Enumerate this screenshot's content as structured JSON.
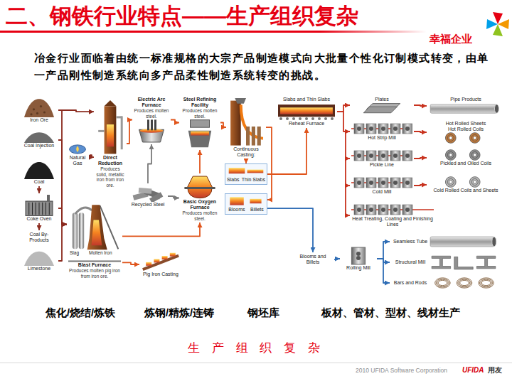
{
  "diagram": {
    "title": "二、钢铁行业特点——生产组织复杂",
    "nodes": [
      {
        "text": [
          "Iron Ore"
        ]
      },
      {
        "text": [
          "Coal Injection"
        ]
      },
      {
        "text": [
          "Coal"
        ]
      },
      {
        "text": [
          "Coke Oven"
        ]
      },
      {
        "text": [
          "Coal By-Products"
        ]
      },
      {
        "text": [
          "Limestone"
        ]
      },
      {
        "text": [
          "Natural Gas"
        ]
      },
      {
        "text": [
          "Direct Reduction",
          "Produces solid, metallic iron from iron ore."
        ]
      },
      {
        "text": [
          "Blast Furnace",
          "Produces molten pig iron from iron ore."
        ]
      },
      {
        "text": [
          "Pig Iron Casting"
        ]
      },
      {
        "text": [
          "Recycled Steel"
        ]
      },
      {
        "text": [
          "Electric Arc Furnace",
          "Produces molten steel."
        ]
      },
      {
        "text": [
          "Basic Oxygen Furnace",
          "Produces molten steel."
        ]
      },
      {
        "text": [
          "Steel Refining Facility",
          "Produces molten steel."
        ]
      },
      {
        "text": [
          "Continuous Casting:"
        ]
      },
      {
        "text": [
          "Slabs",
          "Thin Slabs"
        ]
      },
      {
        "text": [
          "Blooms",
          "Billets"
        ]
      },
      {
        "text": [
          "Slabs and Thin Slabs",
          "Reheat Furnace"
        ]
      },
      {
        "text": [
          "Plates"
        ]
      },
      {
        "text": [
          "Pipe Products"
        ]
      },
      {
        "text": [
          "Hot Strip Mill"
        ]
      },
      {
        "text": [
          "Hot Rolled Sheets",
          "Hot Rolled Coils"
        ]
      },
      {
        "text": [
          "Pickle Line"
        ]
      },
      {
        "text": [
          "Pickled and Oiled Coils"
        ]
      },
      {
        "text": [
          "Cold Mill"
        ]
      },
      {
        "text": [
          "Cold Rolled Coils and Sheets"
        ]
      },
      {
        "text": [
          "Heat Treating, Coating and Finishing Lines"
        ]
      },
      {
        "text": [
          "Blooms and Billets"
        ]
      },
      {
        "text": [
          "Rolling Mill"
        ]
      },
      {
        "text": [
          "Seamless Tube"
        ]
      },
      {
        "text": [
          "Structural Mill"
        ]
      },
      {
        "text": [
          "Bars and Rods"
        ]
      }
    ],
    "edges": [
      {
        "from": 0,
        "to": 7,
        "arrow": "to"
      },
      {
        "from": 6,
        "to": 7,
        "arrow": "to"
      },
      {
        "from": 0,
        "to": 8,
        "arrow": "to"
      },
      {
        "from": 1,
        "to": 8,
        "arrow": "to"
      },
      {
        "from": 2,
        "to": 3,
        "arrow": "to"
      },
      {
        "from": 3,
        "to": 8,
        "arrow": "to"
      },
      {
        "from": 3,
        "to": 4,
        "arrow": "to"
      },
      {
        "from": 5,
        "to": 8,
        "arrow": "to"
      },
      {
        "from": 8,
        "to": 9,
        "arrow": "to"
      },
      {
        "from": 8,
        "to": 12,
        "arrow": "to"
      },
      {
        "from": 7,
        "to": 11,
        "arrow": "to"
      },
      {
        "from": 10,
        "to": 11,
        "arrow": "to"
      },
      {
        "from": 10,
        "to": 12,
        "arrow": "to"
      },
      {
        "from": 11,
        "to": 13,
        "arrow": "to"
      },
      {
        "from": 12,
        "to": 13,
        "arrow": "to"
      },
      {
        "from": 13,
        "to": 14,
        "arrow": "to"
      },
      {
        "from": 14,
        "to": 15,
        "arrow": "to"
      },
      {
        "from": 14,
        "to": 16,
        "arrow": "to"
      },
      {
        "from": 15,
        "to": 17,
        "arrow": "to"
      },
      {
        "from": 16,
        "to": 27,
        "arrow": "to"
      },
      {
        "from": 17,
        "to": 18,
        "arrow": "to"
      },
      {
        "from": 18,
        "to": 19,
        "arrow": "to"
      },
      {
        "from": 17,
        "to": 20,
        "arrow": "to"
      },
      {
        "from": 20,
        "to": 21,
        "arrow": "to"
      },
      {
        "from": 20,
        "to": 22,
        "arrow": "to"
      },
      {
        "from": 22,
        "to": 23,
        "arrow": "to"
      },
      {
        "from": 22,
        "to": 24,
        "arrow": "to"
      },
      {
        "from": 24,
        "to": 25,
        "arrow": "to"
      },
      {
        "from": 24,
        "to": 26,
        "arrow": "to"
      },
      {
        "from": 27,
        "to": 28,
        "arrow": "to"
      },
      {
        "from": 28,
        "to": 29,
        "arrow": "to"
      },
      {
        "from": 28,
        "to": 30,
        "arrow": "to"
      },
      {
        "from": 28,
        "to": 31,
        "arrow": "to"
      }
    ],
    "labels": [
      "冶金行业面临着由统一标准规格的大宗产品制造模式向大批量个性化订制模式转变，由单一产品刚性制造系统向多产品柔性制造系统转变的挑战。",
      "Slag",
      "Molten Iron",
      "焦化/烧结/炼铁",
      "炼钢/精炼/连铸",
      "钢坯库",
      "板材、管材、型材、线材生产",
      "生 产 组 织 复 杂",
      "幸福企业",
      "2010 UFIDA Software Corporation",
      "UFIDA",
      "用友"
    ]
  }
}
